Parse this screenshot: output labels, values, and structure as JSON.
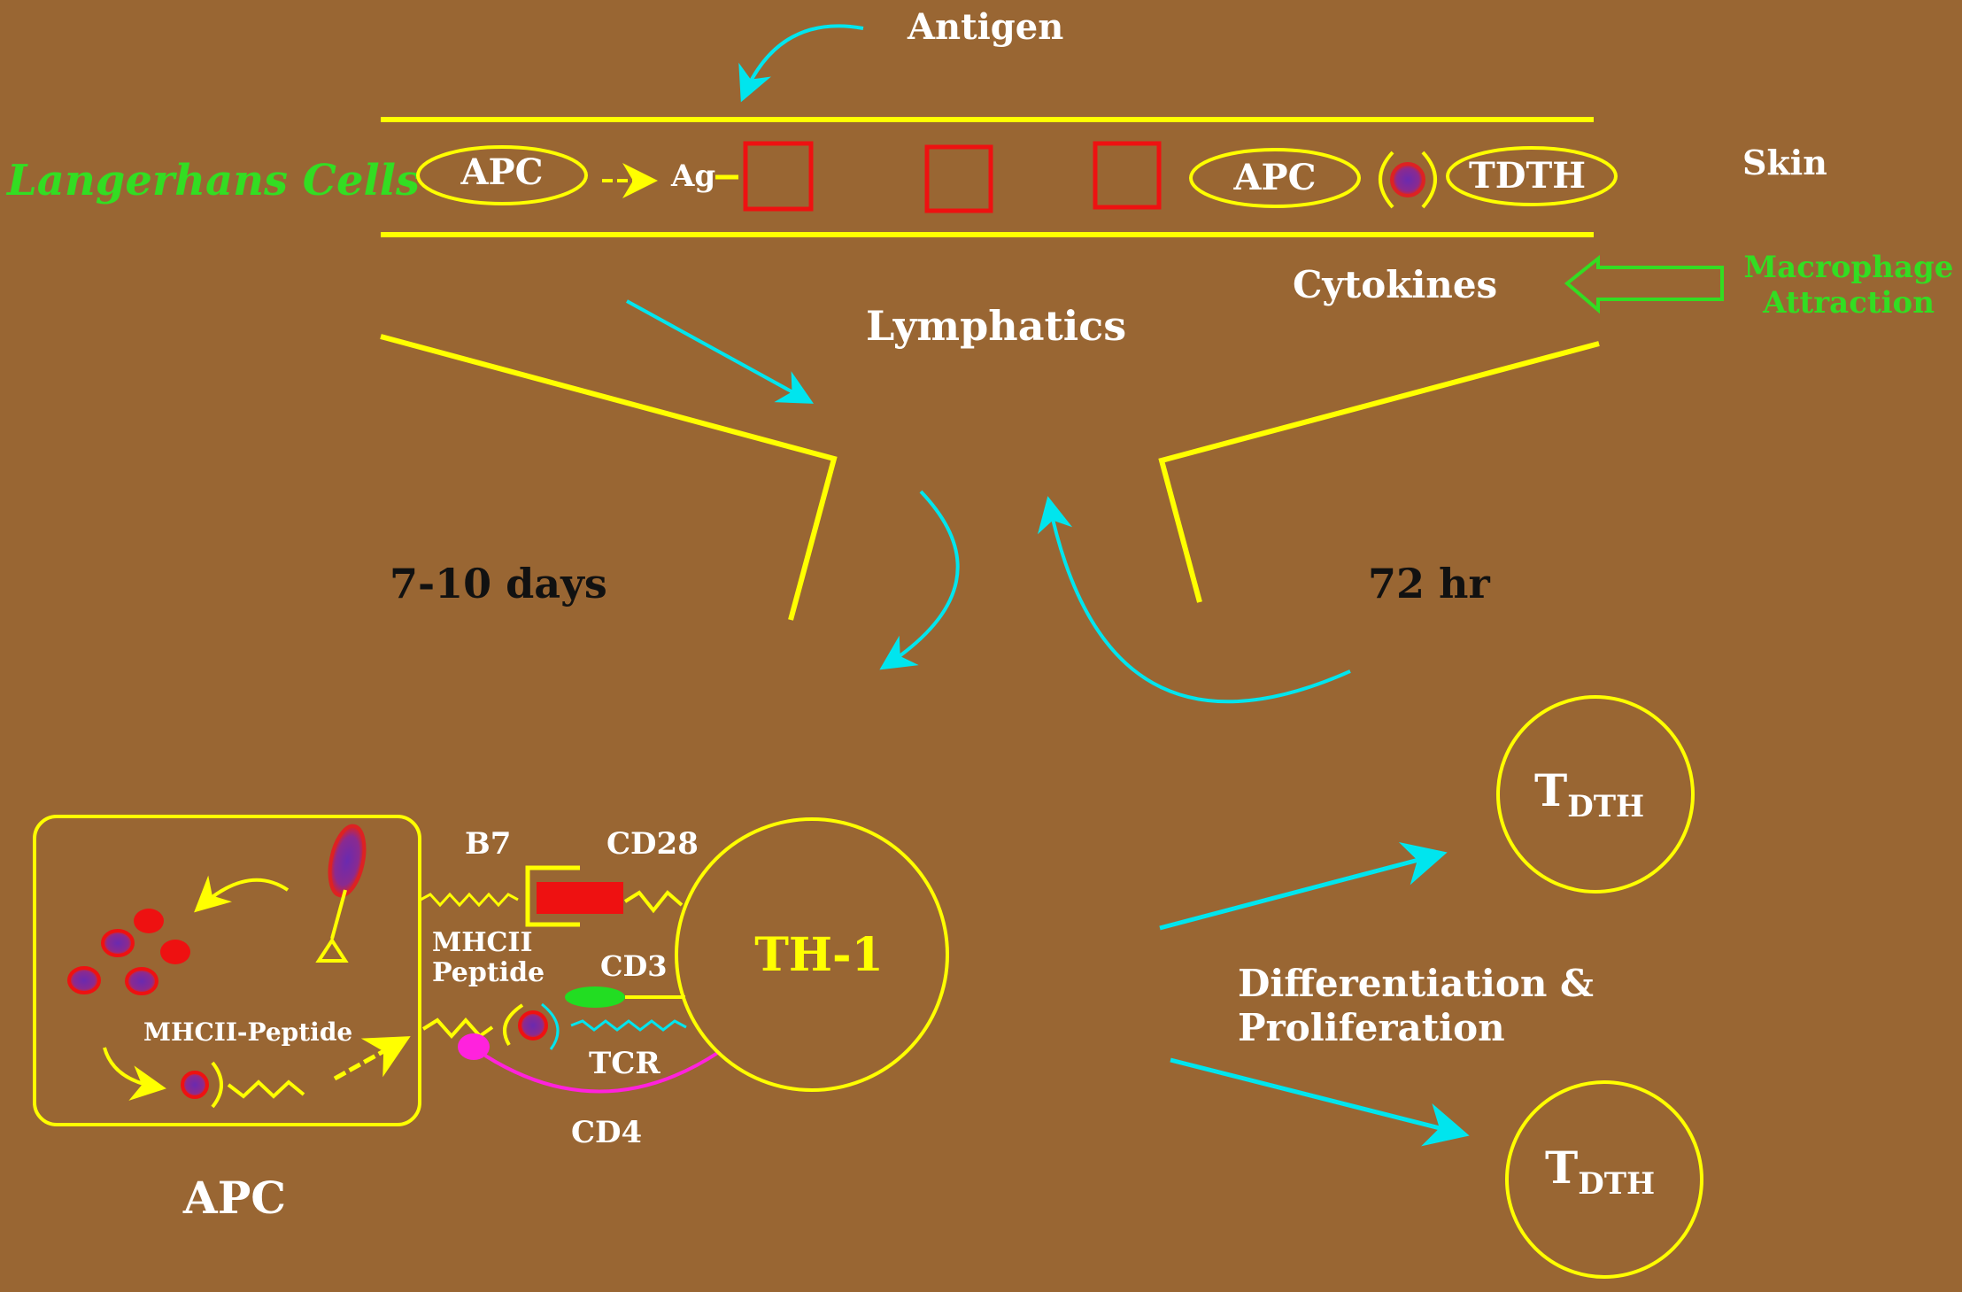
{
  "colors": {
    "background": "#996633",
    "line": "#ffff00",
    "arrow": "#00e5ee",
    "green_label": "#33dd22",
    "red_square": "#ee1111",
    "cell_fill": "#7a2aa8",
    "cell_ring": "#ee2222",
    "cd4_pink": "#ff22dd",
    "cd3_green": "#22dd22",
    "text": "#ffffff",
    "dark_text": "#111111"
  },
  "labels": {
    "antigen": "Antigen",
    "skin": "Skin",
    "langerhans": "Langerhans Cells",
    "apc_left": "APC",
    "ag": "Ag",
    "apc_right": "APC",
    "tdth_skin": "TDTH",
    "lymphatics": "Lymphatics",
    "cytokines": "Cytokines",
    "macrophage_line1": "Macrophage",
    "macrophage_line2": "Attraction",
    "days": "7-10 days",
    "hours": "72 hr",
    "b7": "B7",
    "cd28": "CD28",
    "mhcii_line1": "MHCII",
    "mhcii_line2": "Peptide",
    "cd3": "CD3",
    "tcr": "TCR",
    "cd4": "CD4",
    "mhcii_peptide": "MHCII-Peptide",
    "apc_bottom": "APC",
    "th1": "TH-1",
    "differentiation_line1": "Differentiation &",
    "differentiation_line2": "Proliferation",
    "tdth_t": "T",
    "tdth_sub": "DTH"
  }
}
